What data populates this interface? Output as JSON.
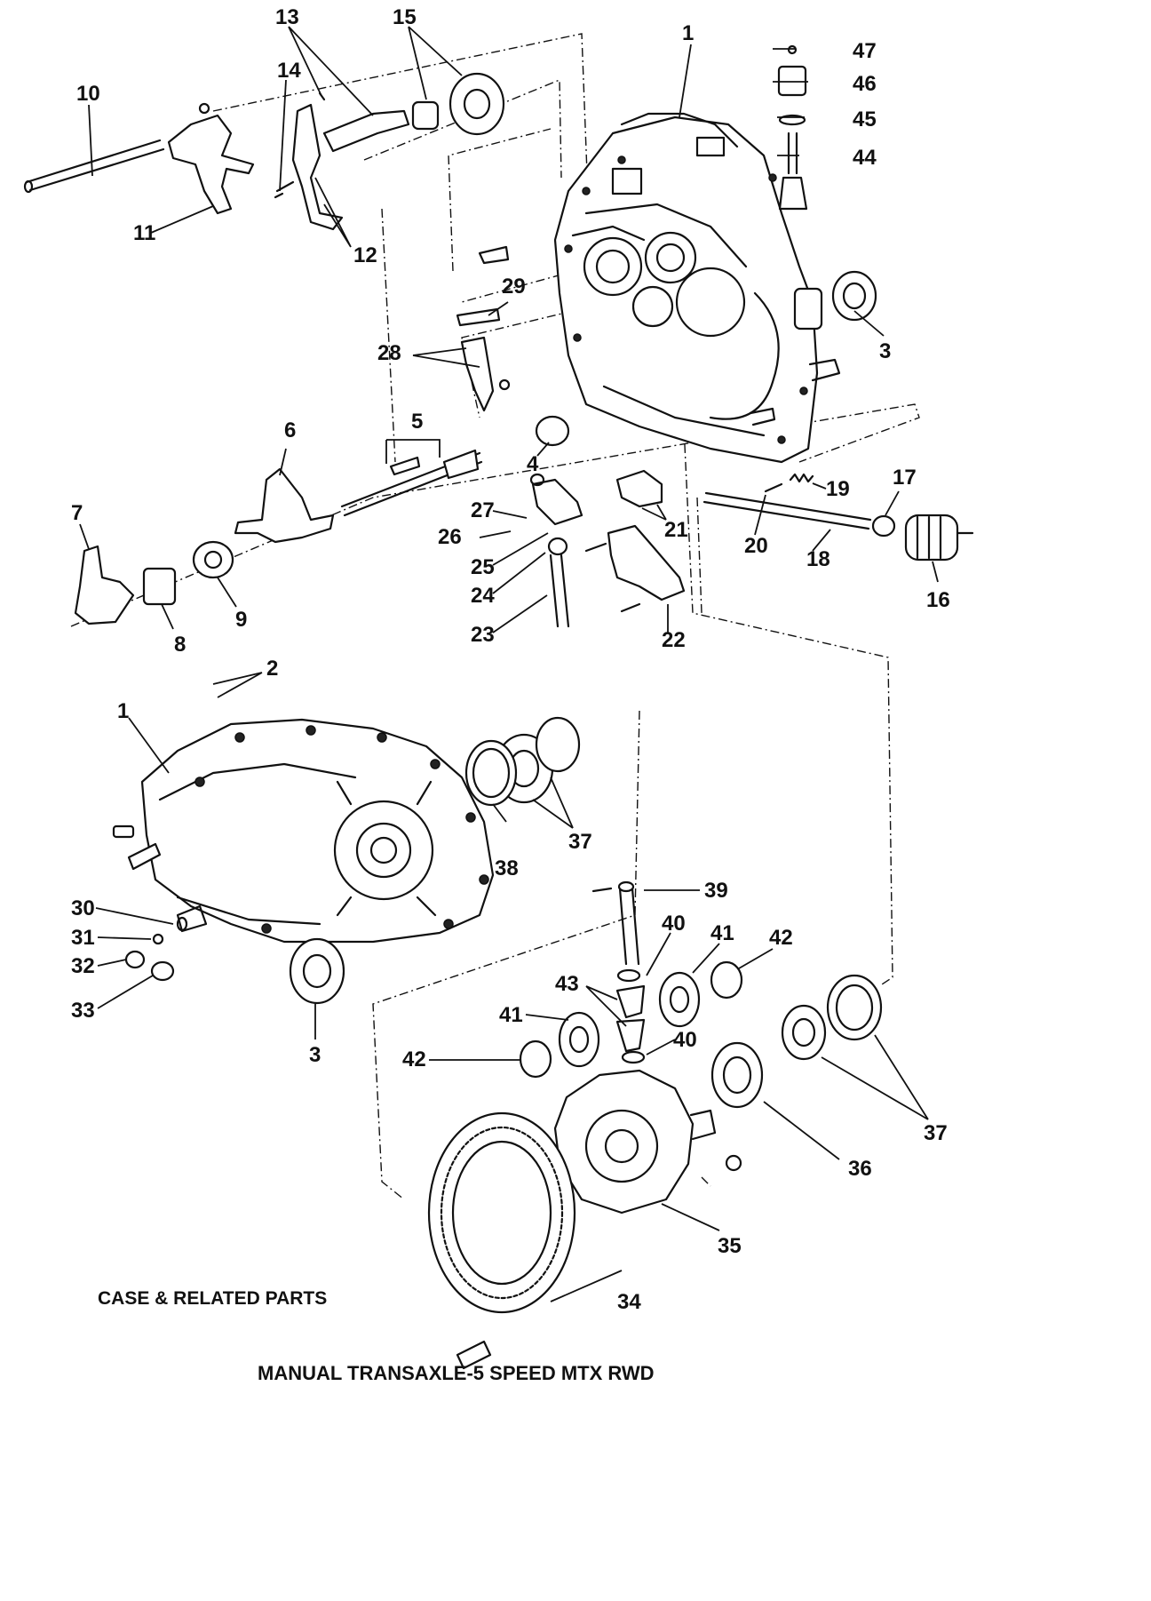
{
  "title": "MANUAL TRANSAXLE-5 SPEED MTX RWD",
  "section_label": "CASE & RELATED PARTS",
  "callouts": [
    "1",
    "2",
    "3",
    "4",
    "5",
    "6",
    "7",
    "8",
    "9",
    "10",
    "11",
    "12",
    "13",
    "14",
    "15",
    "16",
    "17",
    "18",
    "19",
    "20",
    "21",
    "22",
    "23",
    "24",
    "25",
    "26",
    "27",
    "28",
    "29",
    "30",
    "31",
    "32",
    "33",
    "34",
    "35",
    "36",
    "37",
    "38",
    "39",
    "40",
    "41",
    "42",
    "43",
    "44",
    "45",
    "46",
    "47"
  ]
}
